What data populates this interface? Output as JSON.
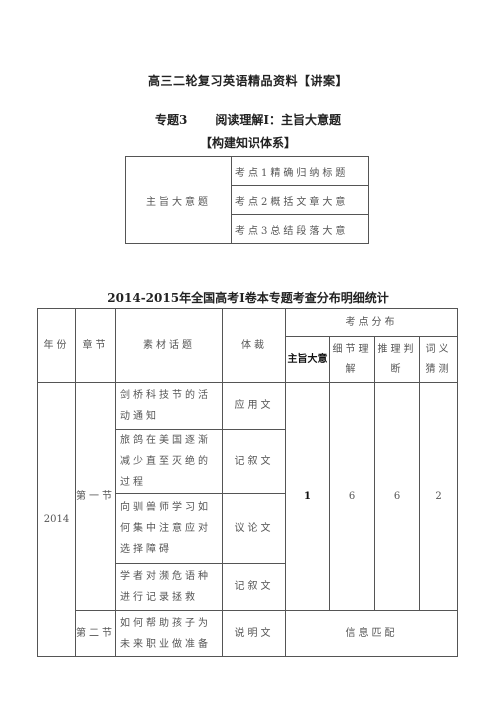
{
  "header": {
    "title": "高三二轮复习英语精品资料【讲案】",
    "topic_no": "专题3",
    "topic_name": "阅读理解Ⅰ：主旨大意题",
    "section": "【构建知识体系】"
  },
  "knowledge_table": {
    "main": "主旨大意题",
    "points": [
      "考点1精确归纳标题",
      "考点2概括文章大意",
      "考点3总结段落大意"
    ]
  },
  "distribution": {
    "title": "2014-2015年全国高考Ⅰ卷本专题考查分布明细统计",
    "headers": {
      "year": "年份",
      "chapter": "章节",
      "material": "素材话题",
      "genre": "体裁",
      "points_group": "考点分布",
      "sub": [
        "主旨大意",
        "细节理解",
        "推理判断",
        "词义猜测"
      ]
    },
    "year": "2014",
    "sections": [
      {
        "chapter": "第一节",
        "rows": [
          {
            "material": "剑桥科技节的活动通知",
            "genre": "应用文"
          },
          {
            "material": "旅鸽在美国逐渐减少直至灭绝的过程",
            "genre": "记叙文"
          },
          {
            "material": "向驯兽师学习如何集中注意应对选择障碍",
            "genre": "议论文"
          },
          {
            "material": "学者对濒危语种进行记录拯救",
            "genre": "记叙文"
          }
        ],
        "counts": [
          "1",
          "6",
          "6",
          "2"
        ]
      },
      {
        "chapter": "第二节",
        "rows": [
          {
            "material": "如何帮助孩子为未来职业做准备",
            "genre": "说明文"
          }
        ],
        "note": "信息匹配"
      }
    ]
  }
}
